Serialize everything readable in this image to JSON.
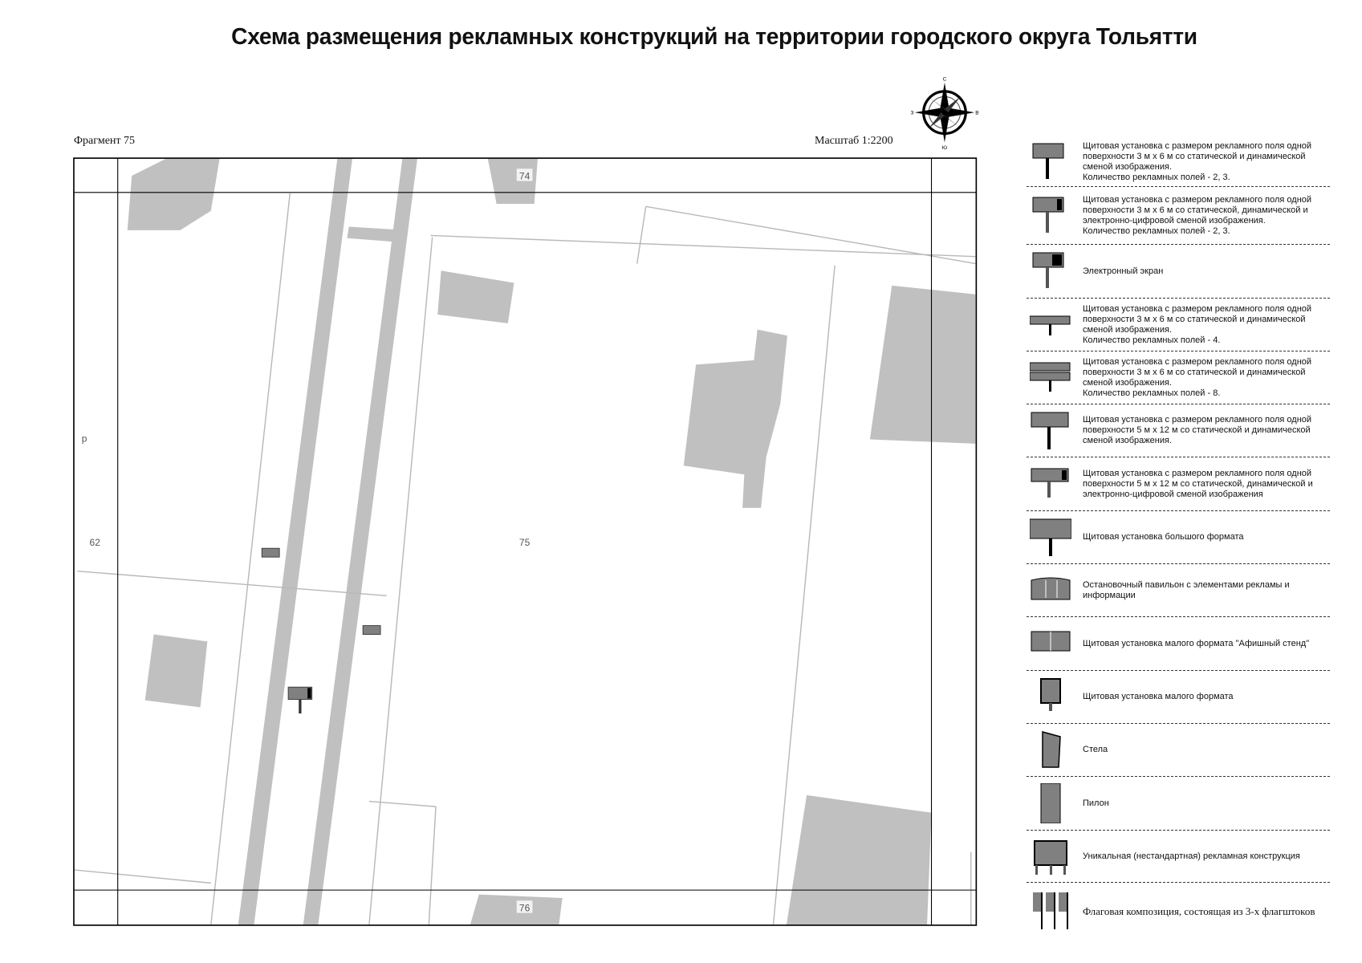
{
  "header": {
    "title": "Схема размещения рекламных конструкций на территории городского округа Тольятти",
    "fragment": "Фрагмент 75",
    "scale": "Масштаб 1:2200"
  },
  "compass": {
    "north": "С",
    "south": "Ю",
    "west": "З",
    "east": "В"
  },
  "map": {
    "parcel_labels": [
      "74",
      "75",
      "76",
      "62",
      "р"
    ],
    "colors": {
      "building": "#c0c0c0",
      "road": "#c0c0c0",
      "marker": "#808080",
      "frame": "#000000"
    }
  },
  "legend": {
    "items": [
      {
        "icon": "billboard-3x6-icon",
        "text": "Щитовая установка с размером рекламного поля одной поверхности 3 м х 6 м со статической и динамической сменой изображения.\nКоличество рекламных полей - 2, 3.",
        "h": 60
      },
      {
        "icon": "billboard-3x6-digital-icon",
        "text": "Щитовая установка с размером рекламного поля одной поверхности 3 м х 6 м со статической, динамической и электронно-цифровой сменой изображения.\nКоличество рекламных полей - 2, 3.",
        "h": 71
      },
      {
        "icon": "electronic-screen-icon",
        "text": "Электронный экран",
        "h": 66
      },
      {
        "icon": "billboard-4-fields-icon",
        "text": "Щитовая установка с размером рекламного поля одной поверхности 3 м х 6 м со статической и динамической сменой изображения.\nКоличество рекламных полей - 4.",
        "h": 65
      },
      {
        "icon": "billboard-8-fields-icon",
        "text": "Щитовая установка с размером рекламного поля одной поверхности 3 м х 6 м со статической и динамической сменой изображения.\nКоличество рекламных полей - 8.",
        "h": 65
      },
      {
        "icon": "billboard-5x12-icon",
        "text": "Щитовая установка с размером рекламного поля одной поверхности 5 м х 12 м со статической и динамической сменой изображения.",
        "h": 65
      },
      {
        "icon": "billboard-5x12-digital-icon",
        "text": "Щитовая установка с размером рекламного поля одной поверхности 5 м х 12 м со статической, динамической и электронно-цифровой сменой изображения",
        "h": 66
      },
      {
        "icon": "large-format-billboard-icon",
        "text": "Щитовая установка большого формата",
        "h": 65
      },
      {
        "icon": "bus-stop-pavilion-icon",
        "text": "Остановочный павильон с элементами рекламы и информации",
        "h": 65
      },
      {
        "icon": "poster-stand-icon",
        "text": "Щитовая установка малого формата \"Афишный стенд\"",
        "h": 66
      },
      {
        "icon": "small-format-billboard-icon",
        "text": "Щитовая установка малого формата",
        "h": 65
      },
      {
        "icon": "stele-icon",
        "text": "Стела",
        "h": 65
      },
      {
        "icon": "pylon-icon",
        "text": "Пилон",
        "h": 66
      },
      {
        "icon": "unique-structure-icon",
        "text": "Уникальная (нестандартная) рекламная конструкция",
        "h": 64
      },
      {
        "icon": "flag-composition-icon",
        "text": "Флаговая композиция, состоящая из 3-х флагштоков",
        "h": 70,
        "serif": true
      }
    ]
  }
}
